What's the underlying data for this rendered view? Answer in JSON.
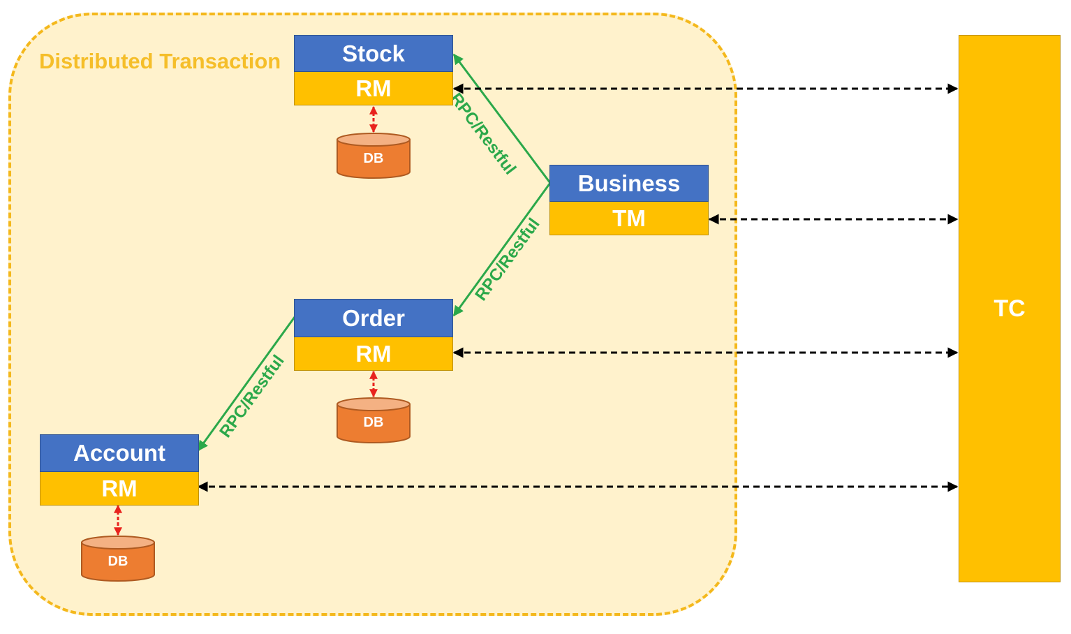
{
  "region": {
    "label": "Distributed Transaction"
  },
  "services": {
    "stock": {
      "name": "Stock",
      "role": "RM"
    },
    "business": {
      "name": "Business",
      "role": "TM"
    },
    "order": {
      "name": "Order",
      "role": "RM"
    },
    "account": {
      "name": "Account",
      "role": "RM"
    }
  },
  "databases": {
    "stock_db": "DB",
    "order_db": "DB",
    "account_db": "DB"
  },
  "coordinator": {
    "label": "TC"
  },
  "connections": {
    "business_to_stock": "RPC/Restful",
    "business_to_order": "RPC/Restful",
    "order_to_account": "RPC/Restful"
  },
  "colors": {
    "service_header": "#4472C4",
    "role_bar": "#FFC000",
    "database": "#ED7D31",
    "rpc_line": "#2BA84A",
    "db_link": "#E8231D",
    "tc_link": "#000000",
    "region_fill": "#FFF2CC",
    "region_border": "#F4B81C"
  }
}
